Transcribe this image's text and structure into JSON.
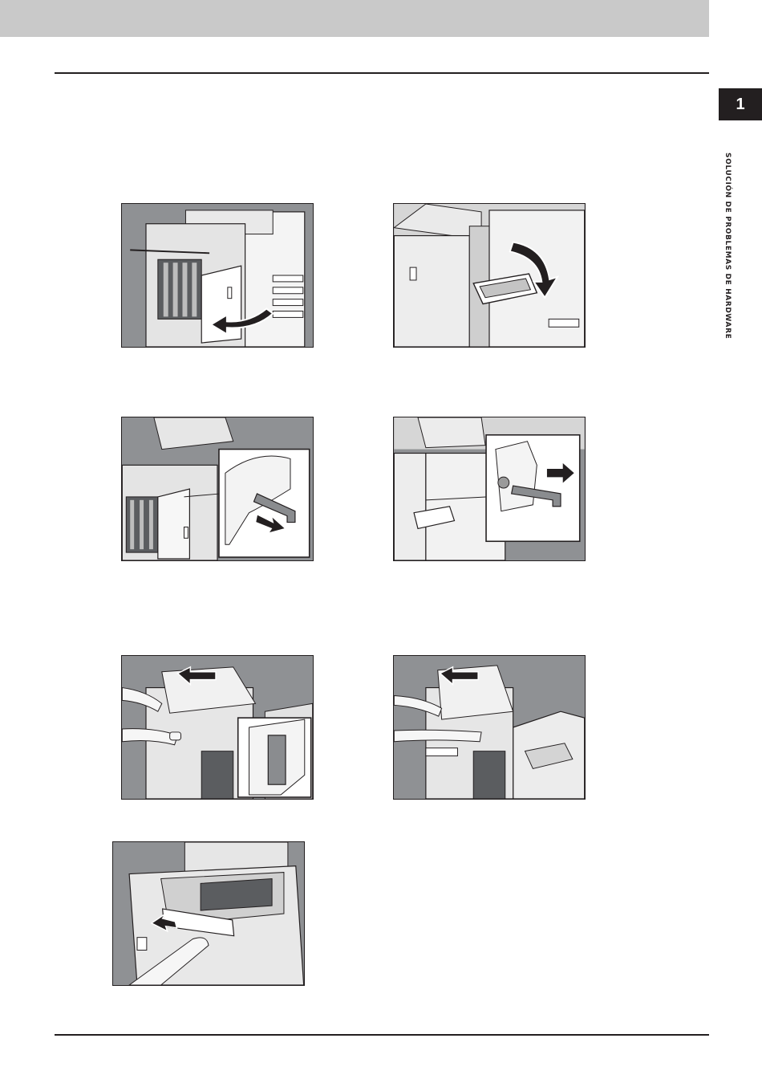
{
  "page": {
    "chapter_number": "1",
    "chapter_title": "SOLUCIÓN DE PROBLEMAS DE HARDWARE"
  },
  "figures": [
    {
      "id": "fig-1",
      "icon": "open-finisher-front-cover-illustration"
    },
    {
      "id": "fig-2",
      "icon": "pull-down-unit-illustration"
    },
    {
      "id": "fig-3",
      "icon": "pull-lever-detail-illustration"
    },
    {
      "id": "fig-4",
      "icon": "pull-lever-detail-illustration"
    },
    {
      "id": "fig-5",
      "icon": "slide-finisher-away-illustration"
    },
    {
      "id": "fig-6",
      "icon": "slide-finisher-away-illustration"
    },
    {
      "id": "fig-7",
      "icon": "remove-jammed-paper-illustration"
    }
  ],
  "colors": {
    "header_band": "#c9c9c9",
    "figure_background": "#8f9194",
    "ink": "#231f20"
  }
}
